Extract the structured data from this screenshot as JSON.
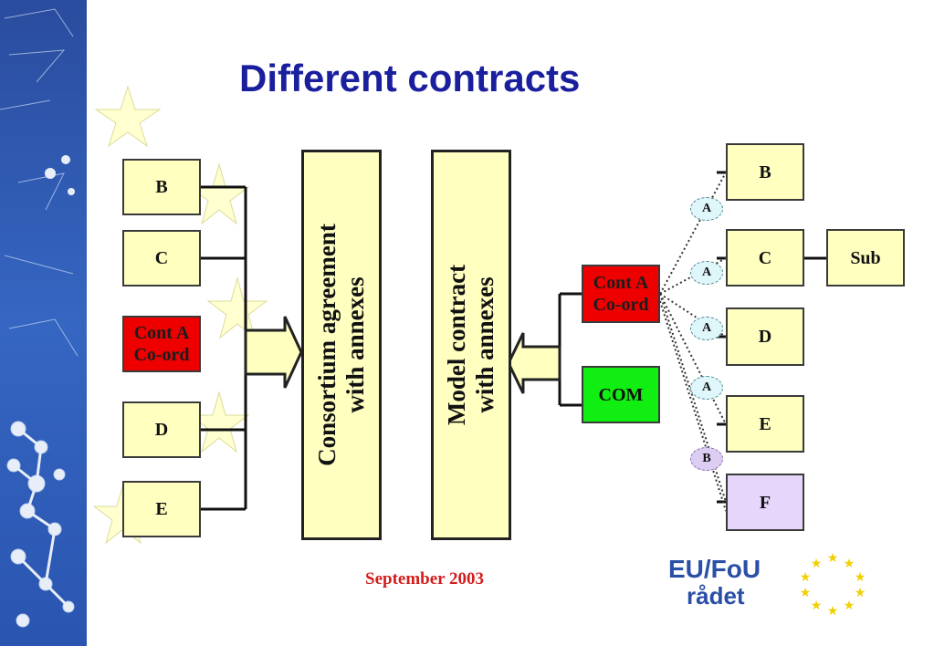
{
  "title": "Different contracts",
  "left_boxes": [
    "B",
    "C",
    "Cont A\nCo-ord",
    "D",
    "E"
  ],
  "consortium": {
    "line1": "Consortium agreement",
    "line2": "with annexes"
  },
  "model": {
    "line1": "Model contract",
    "line2": "with annexes"
  },
  "coord_box": "Cont A\nCo-ord",
  "com_box": "COM",
  "right_boxes": [
    "B",
    "C",
    "D",
    "E",
    "F"
  ],
  "sub_box": "Sub",
  "links": [
    "A",
    "A",
    "A",
    "A",
    "B"
  ],
  "footer": "September 2003",
  "logo": {
    "line1": "EU/FoU",
    "line2": "rådet"
  },
  "colors": {
    "title": "#1a1f9e",
    "box_fill": "#ffffc0",
    "red": "#ee0000",
    "green": "#11ee11",
    "lilac": "#e6d6fb",
    "footer": "#d21e1e",
    "logo_blue": "#2b4fa6",
    "logo_star": "#f0d000"
  }
}
